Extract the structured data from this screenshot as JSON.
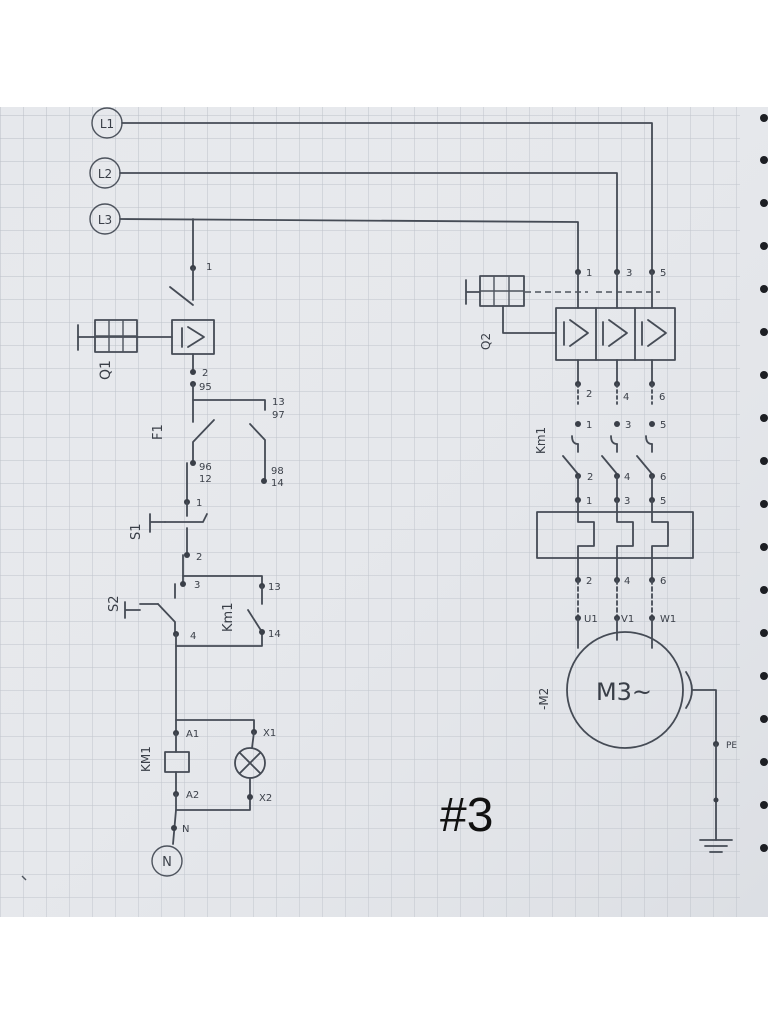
{
  "caption": "#3",
  "supply": {
    "l1": "L1",
    "l2": "L2",
    "l3": "L3",
    "neutral": "N",
    "pe": "PE"
  },
  "control": {
    "q1_tag": "Q1",
    "f1_tag": "F1",
    "s1_tag": "S1",
    "s2_tag": "S2",
    "km1_aux_tag": "Km1",
    "km1_coil_tag": "KM1",
    "terminals": {
      "q1_in": "1",
      "q1_out": "2",
      "f1_nc_in": "95",
      "f1_nc_out": "96",
      "f1_no_in": "97",
      "f1_no_out": "98",
      "f1_no_top": "13",
      "f1_no_bot": "14",
      "f1_nc_bot": "12",
      "s1_in": "1",
      "s1_out": "2",
      "s2_in": "3",
      "s2_out": "4",
      "km1_in": "13",
      "km1_out": "14",
      "coil_a1": "A1",
      "coil_a2": "A2",
      "lamp_x1": "X1",
      "lamp_x2": "X2",
      "n": "N"
    }
  },
  "power": {
    "q2_tag": "Q2",
    "km1_tag": "Km1",
    "motor_tag": "-M2",
    "motor_label": "M3~",
    "q2_top": [
      "1",
      "3",
      "5"
    ],
    "q2_bot": [
      "2",
      "4",
      "6"
    ],
    "km1_top": [
      "1",
      "3",
      "5"
    ],
    "km1_bot": [
      "2",
      "4",
      "6"
    ],
    "ol_top": [
      "1",
      "3",
      "5"
    ],
    "ol_bot": [
      "2",
      "4",
      "6"
    ],
    "motor_terms": [
      "U1",
      "V1",
      "W1"
    ]
  }
}
